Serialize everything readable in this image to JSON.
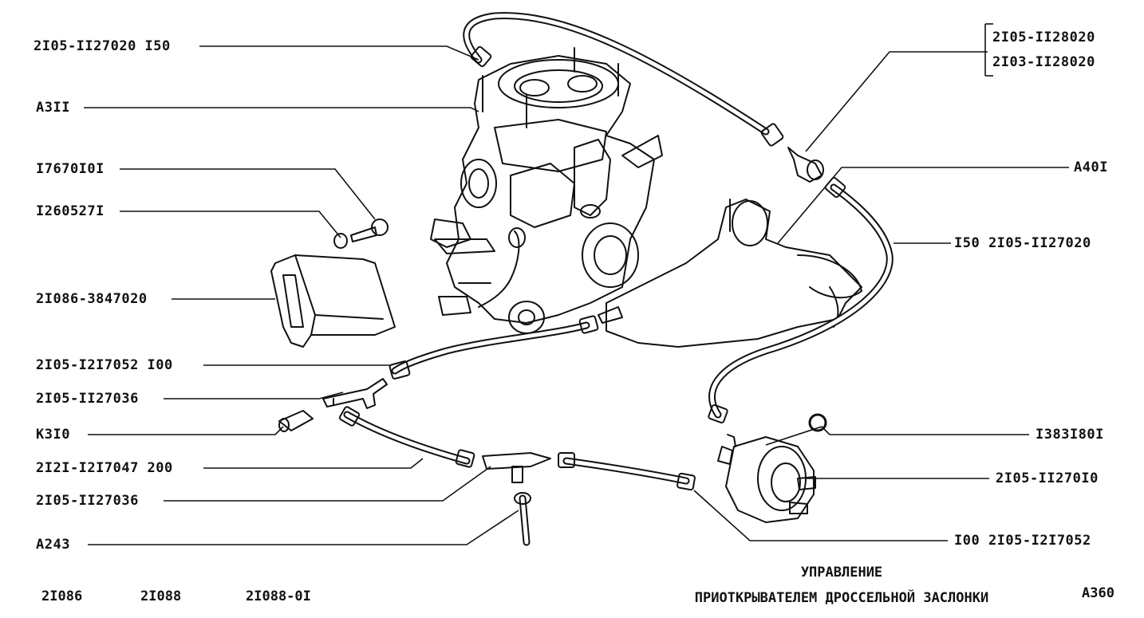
{
  "callouts": {
    "left": [
      "2I05-II27020 I50",
      "A3II",
      "I7670I0I",
      "I260527I",
      "2I086-3847020",
      "2I05-I2I7052 I00",
      "2I05-II27036",
      "K3I0",
      "2I2I-I2I7047 200",
      "2I05-II27036",
      "A243"
    ],
    "right": [
      "2I05-II28020",
      "2I03-II28020",
      "A40I",
      "I50 2I05-II27020",
      "I383I80I",
      "2I05-II270I0",
      "I00 2I05-I2I7052"
    ]
  },
  "models": [
    "2I086",
    "2I088",
    "2I088-0I"
  ],
  "title": {
    "line1": "УПРАВЛЕНИЕ",
    "line2": "ПРИОТКРЫВАТЕЛЕМ ДРОССЕЛЬНОЙ ЗАСЛОНКИ"
  },
  "page_code": "A360",
  "colors": {
    "ink": "#111111",
    "paper": "#ffffff"
  }
}
